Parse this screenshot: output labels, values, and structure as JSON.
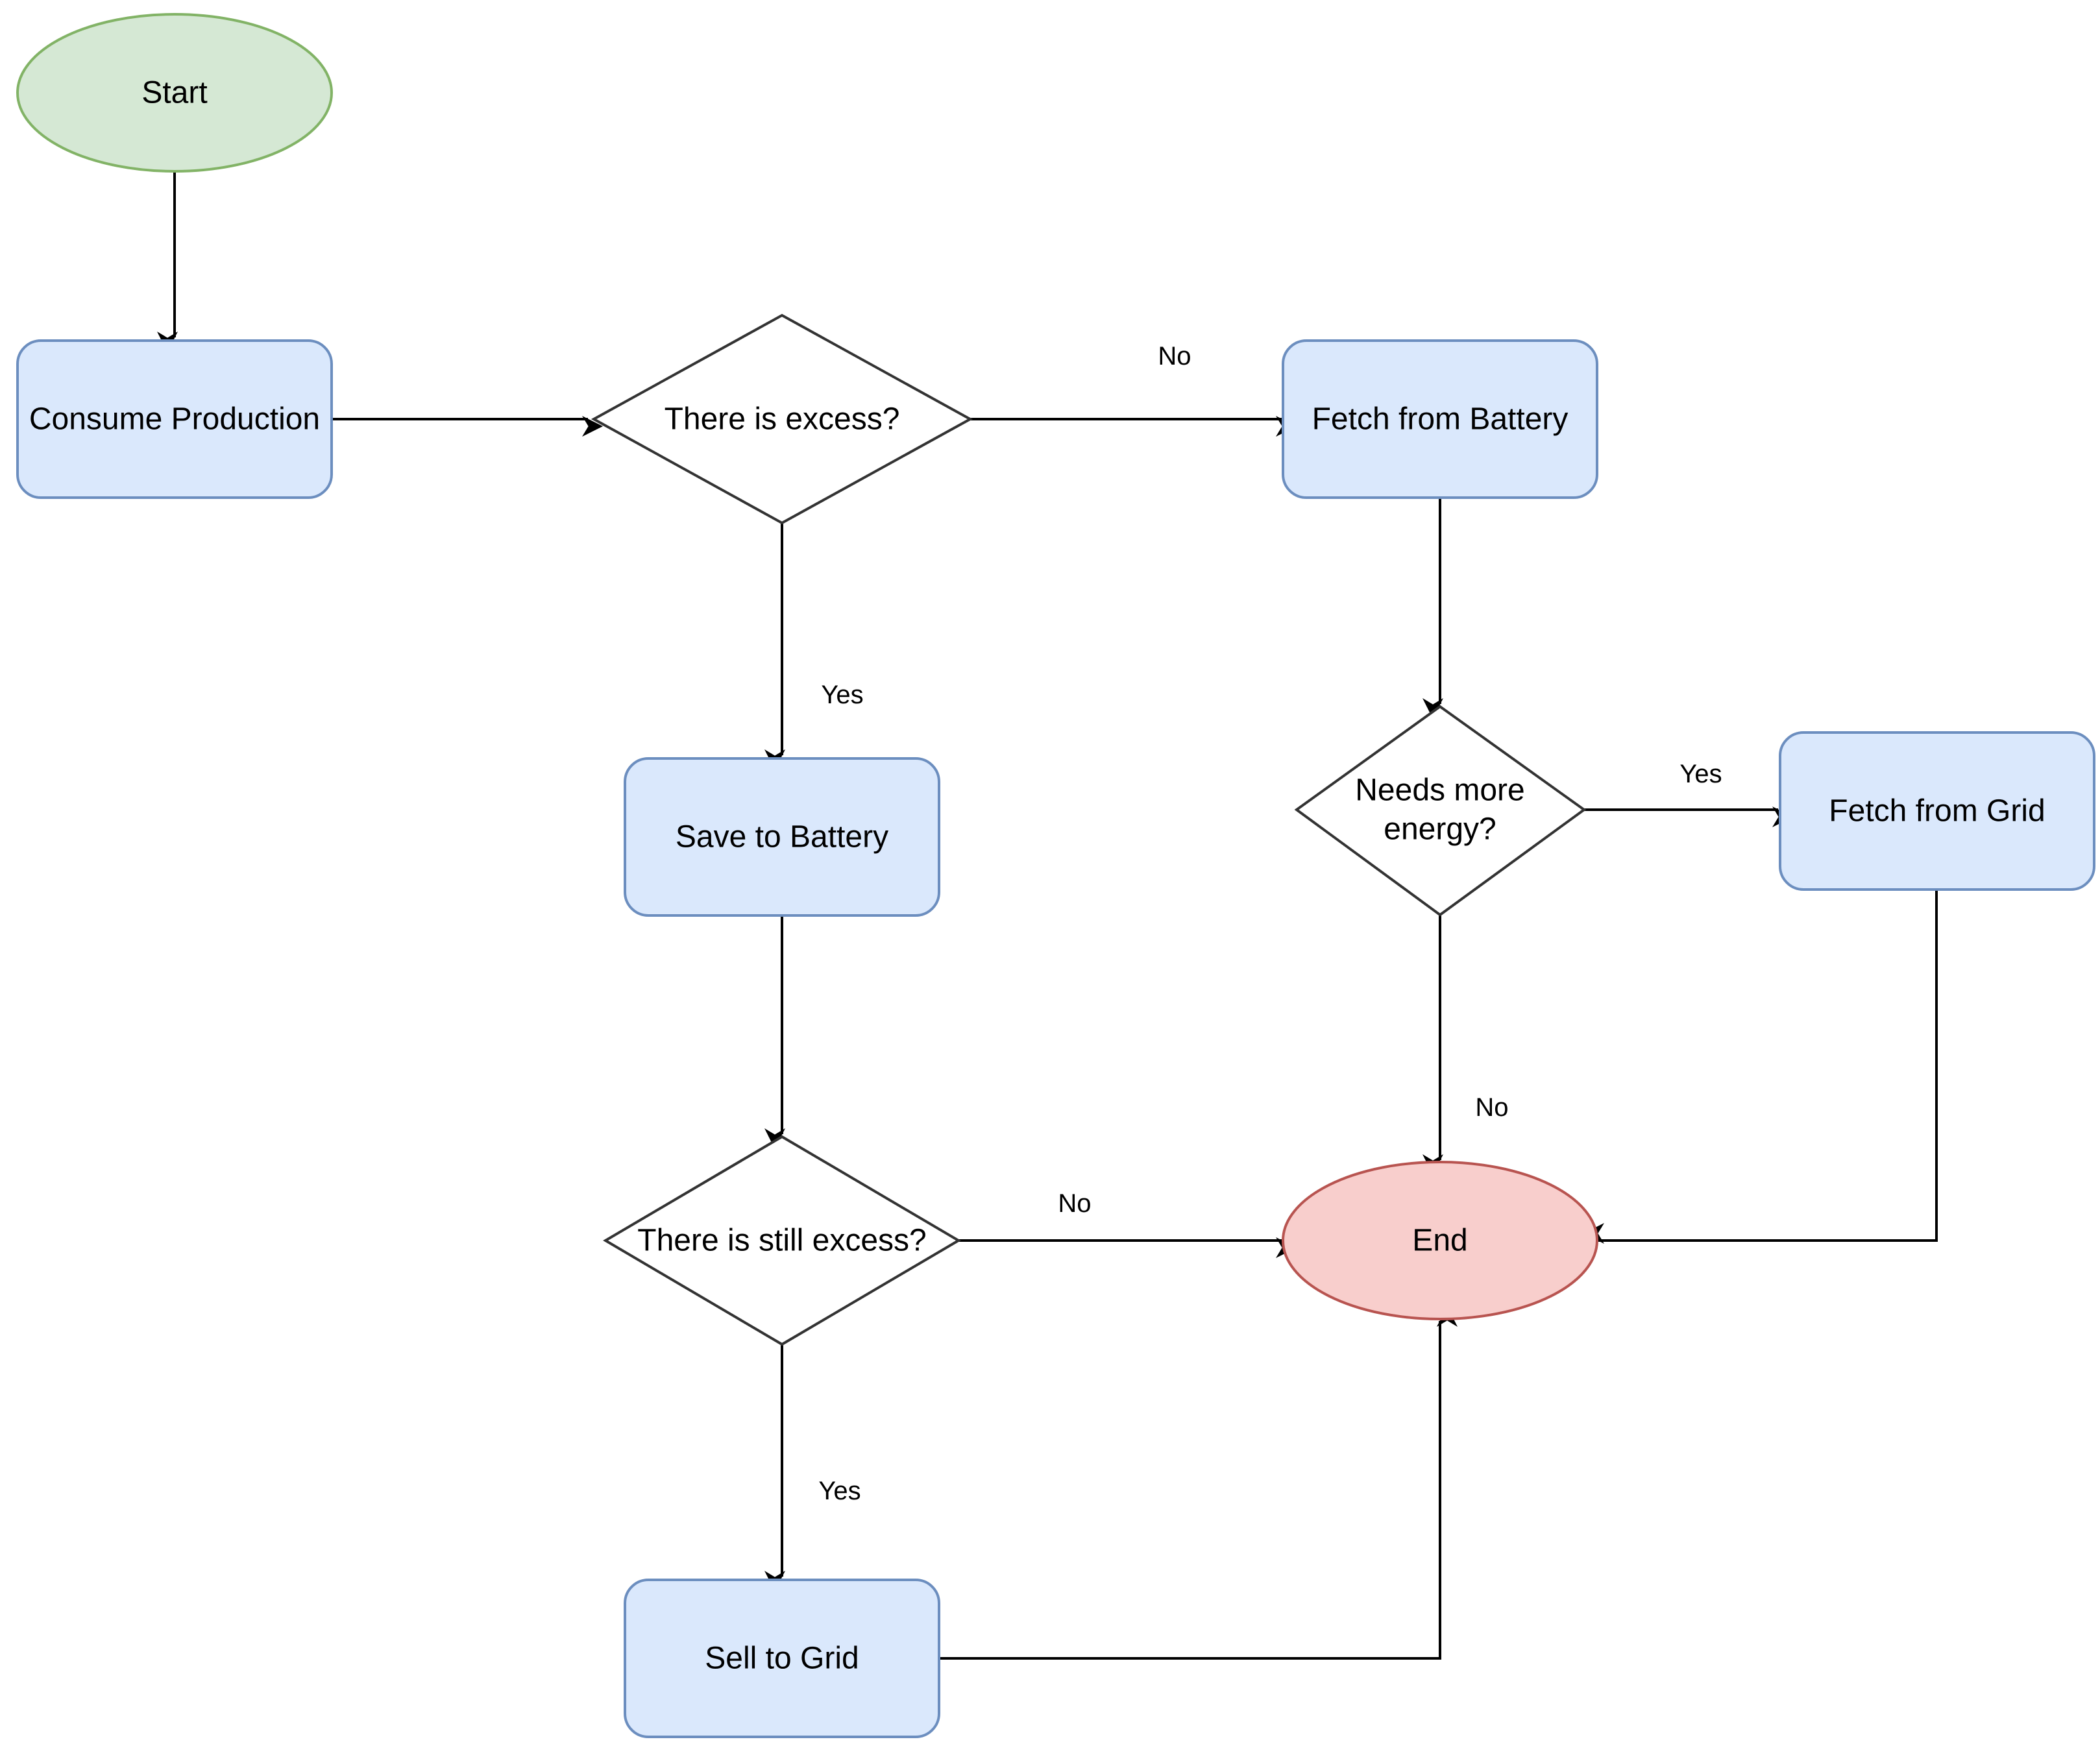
{
  "diagram": {
    "type": "flowchart",
    "colors": {
      "start_fill": "#d5e8d4",
      "start_stroke": "#82b366",
      "end_fill": "#f8cecc",
      "end_stroke": "#b85450",
      "process_fill": "#dae8fc",
      "process_stroke": "#6c8ebf",
      "decision_fill": "#ffffff",
      "decision_stroke": "#000000",
      "edge": "#000000"
    },
    "nodes": {
      "start": "Start",
      "consume": "Consume Production",
      "excess": "There is excess?",
      "fetch_battery": "Fetch from Battery",
      "save_battery": "Save to Battery",
      "needs_energy": [
        "Needs more",
        "energy?"
      ],
      "fetch_grid": "Fetch from Grid",
      "still_excess": "There is still excess?",
      "end": "End",
      "sell_grid": "Sell to Grid"
    },
    "edge_labels": {
      "excess_no": "No",
      "excess_yes": "Yes",
      "needs_yes": "Yes",
      "needs_no": "No",
      "still_no": "No",
      "still_yes": "Yes"
    }
  }
}
